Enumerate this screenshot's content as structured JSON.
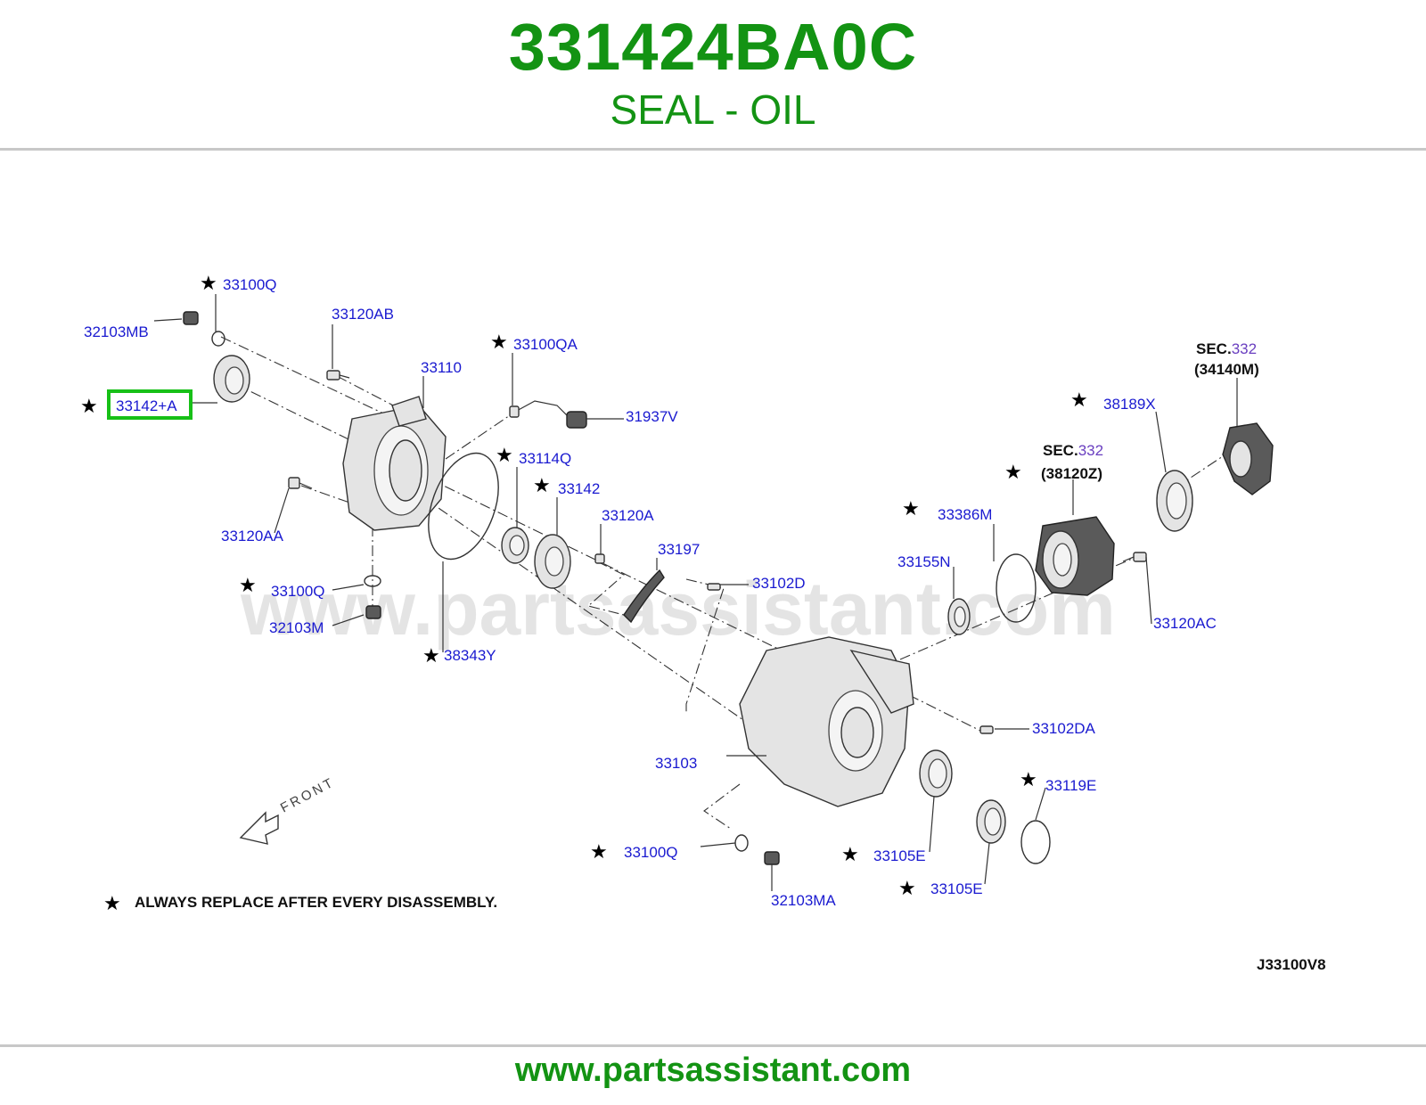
{
  "header": {
    "part_number": "331424BA0C",
    "description": "SEAL - OIL",
    "accent_color": "#139313"
  },
  "watermark": "www.partsassistant.com",
  "footer": {
    "url": "www.partsassistant.com"
  },
  "diagram": {
    "code": "J33100V8",
    "note": "ALWAYS REPLACE AFTER EVERY DISASSEMBLY.",
    "front_label": "FRONT",
    "highlighted_part": "33142+A",
    "callouts": {
      "c_33100q_top": "33100Q",
      "c_32103mb": "32103MB",
      "c_33120ab": "33120AB",
      "c_33100qa": "33100QA",
      "c_33110": "33110",
      "c_33142a": "33142+A",
      "c_31937v": "31937V",
      "c_33114q": "33114Q",
      "c_33142": "33142",
      "c_33120aa": "33120AA",
      "c_33120a": "33120A",
      "c_33197": "33197",
      "c_33100q_mid": "33100Q",
      "c_32103m": "32103M",
      "c_33102d": "33102D",
      "c_38343y": "38343Y",
      "c_33386m": "33386M",
      "c_33155n": "33155N",
      "c_33120ac": "33120AC",
      "c_38189x": "38189X",
      "c_33103": "33103",
      "c_33102da": "33102DA",
      "c_33119e": "33119E",
      "c_33100q_bot": "33100Q",
      "c_33105e_1": "33105E",
      "c_33105e_2": "33105E",
      "c_32103ma": "32103MA"
    },
    "sections": {
      "sec1_prefix": "SEC.",
      "sec1_num": "332",
      "sec1_ref": "(34140M)",
      "sec2_prefix": "SEC.",
      "sec2_num": "332",
      "sec2_ref": "(38120Z)"
    }
  }
}
